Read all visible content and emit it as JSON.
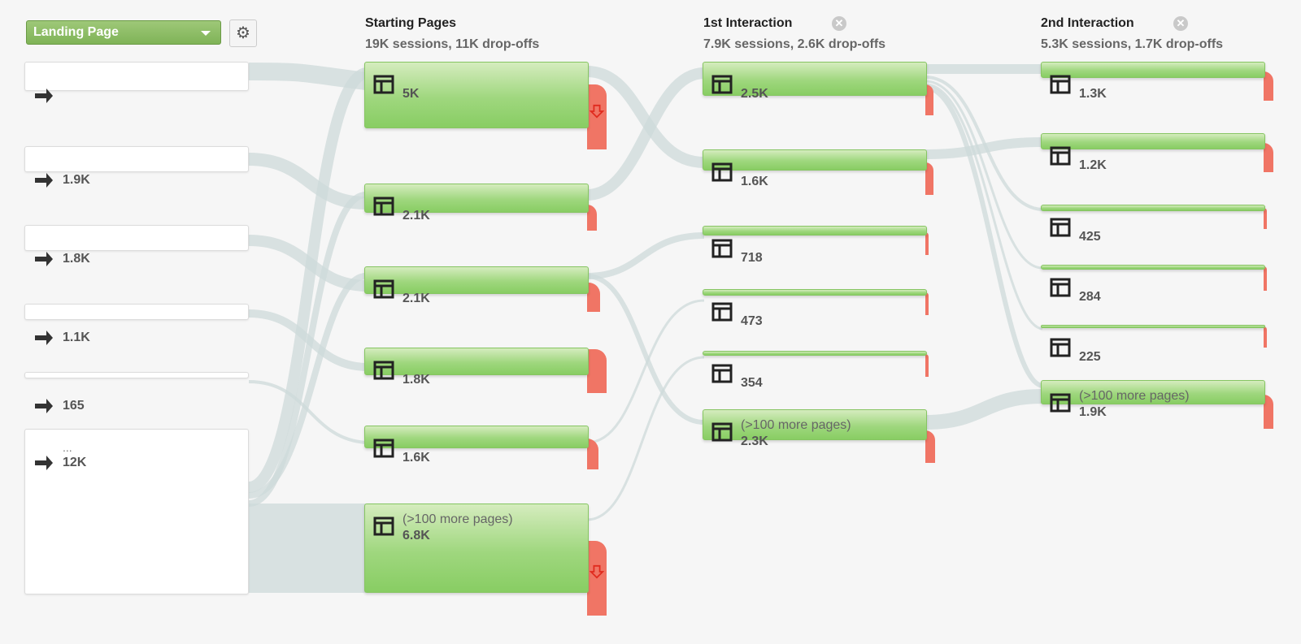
{
  "toolbar": {
    "dimension": "Landing Page"
  },
  "columns": [
    {
      "title": "Starting Pages",
      "summary": "19K sessions, 11K drop-offs"
    },
    {
      "title": "1st Interaction",
      "summary": "7.9K sessions, 2.6K drop-offs"
    },
    {
      "title": "2nd Interaction",
      "summary": "5.3K sessions, 1.7K drop-offs"
    }
  ],
  "landing_pages": [
    {
      "label": "",
      "value": ""
    },
    {
      "label": "",
      "value": "1.9K"
    },
    {
      "label": "",
      "value": "1.8K"
    },
    {
      "label": "",
      "value": "1.1K"
    },
    {
      "label": "",
      "value": "165"
    },
    {
      "label": "...",
      "value": "12K"
    }
  ],
  "starting_pages": [
    {
      "label": "",
      "value": "5K"
    },
    {
      "label": "",
      "value": "2.1K"
    },
    {
      "label": "",
      "value": "2.1K"
    },
    {
      "label": "",
      "value": "1.8K"
    },
    {
      "label": "",
      "value": "1.6K"
    },
    {
      "label": "(>100 more pages)",
      "value": "6.8K"
    }
  ],
  "first_interaction": [
    {
      "label": "",
      "value": "2.5K"
    },
    {
      "label": "",
      "value": "1.6K"
    },
    {
      "label": "",
      "value": "718"
    },
    {
      "label": "",
      "value": "473"
    },
    {
      "label": "",
      "value": "354"
    },
    {
      "label": "(>100 more pages)",
      "value": "2.3K"
    }
  ],
  "second_interaction": [
    {
      "label": "",
      "value": "1.3K"
    },
    {
      "label": "",
      "value": "1.2K"
    },
    {
      "label": "",
      "value": "425"
    },
    {
      "label": "",
      "value": "284"
    },
    {
      "label": "",
      "value": "225"
    },
    {
      "label": "(>100 more pages)",
      "value": "1.9K"
    }
  ],
  "colors": {
    "node_green": "#8fd06a",
    "dropoff_red": "#f07565",
    "flow_gray": "#cfdcdc",
    "dimension_green": "#8bbd62"
  },
  "icons": {
    "gear": "gear-icon",
    "close": "close-icon",
    "page": "page-icon",
    "entry_arrow": "entry-arrow-icon",
    "dropoff_arrow": "dropoff-arrow-icon"
  }
}
